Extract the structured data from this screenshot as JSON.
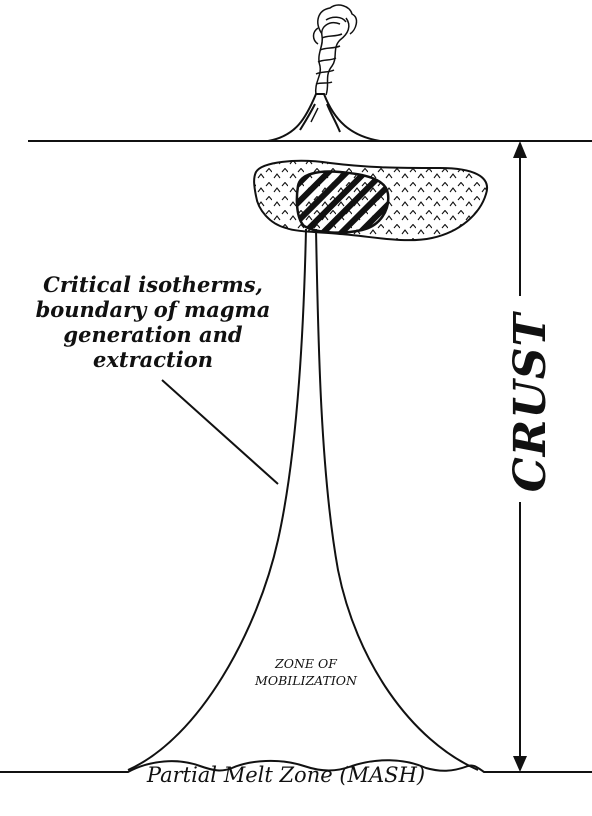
{
  "labels": {
    "callout_lines": [
      "Critical isotherms,",
      "boundary of magma",
      "generation and",
      "extraction"
    ],
    "crust": "CRUST",
    "zone_lines": [
      "ZONE OF",
      "MOBILIZATION"
    ],
    "caption": "Partial Melt Zone  (MASH)"
  },
  "colors": {
    "ink": "#111111",
    "paper": "#ffffff"
  },
  "icons": [
    "volcano-icon",
    "eruption-plume-icon"
  ]
}
